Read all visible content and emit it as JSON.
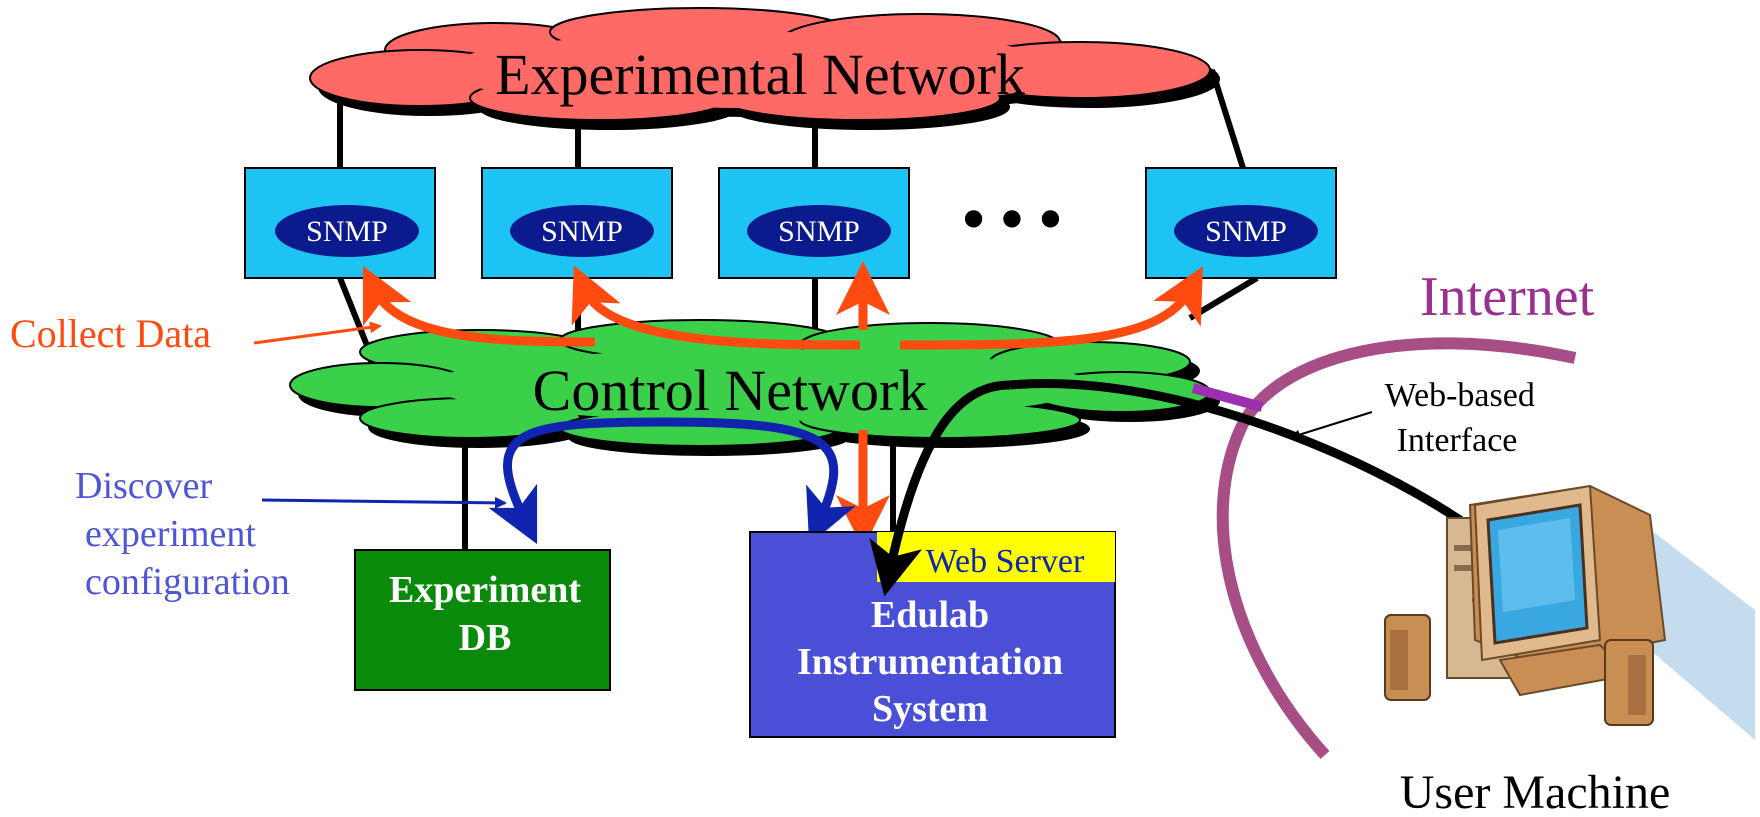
{
  "networks": {
    "experimental": "Experimental Network",
    "control": "Control Network",
    "internet": "Internet"
  },
  "agents": [
    "SNMP",
    "SNMP",
    "SNMP",
    "SNMP"
  ],
  "ellipsis": "• • •",
  "annotations": {
    "collect_data": "Collect Data",
    "discover": [
      "Discover",
      "experiment",
      "configuration"
    ],
    "web_interface": [
      "Web-based",
      "Interface"
    ]
  },
  "boxes": {
    "experiment_db": [
      "Experiment",
      "DB"
    ],
    "web_server": "Web Server",
    "edulab": [
      "Edulab",
      "Instrumentation",
      "System"
    ]
  },
  "user_machine": "User Machine",
  "colors": {
    "experimental_cloud": "#ff6b66",
    "control_cloud": "#3ad04a",
    "snmp_box": "#1cc3f3",
    "snmp_oval": "#0b1a8c",
    "experiment_db": "#0a8a0a",
    "edulab_box": "#4a4fd8",
    "web_server": "#ffff00",
    "collect_arrow": "#ff4a10",
    "discover_arrow": "#1024b0",
    "internet_curve": "#a84e86",
    "internet_label": "#9a3090"
  }
}
